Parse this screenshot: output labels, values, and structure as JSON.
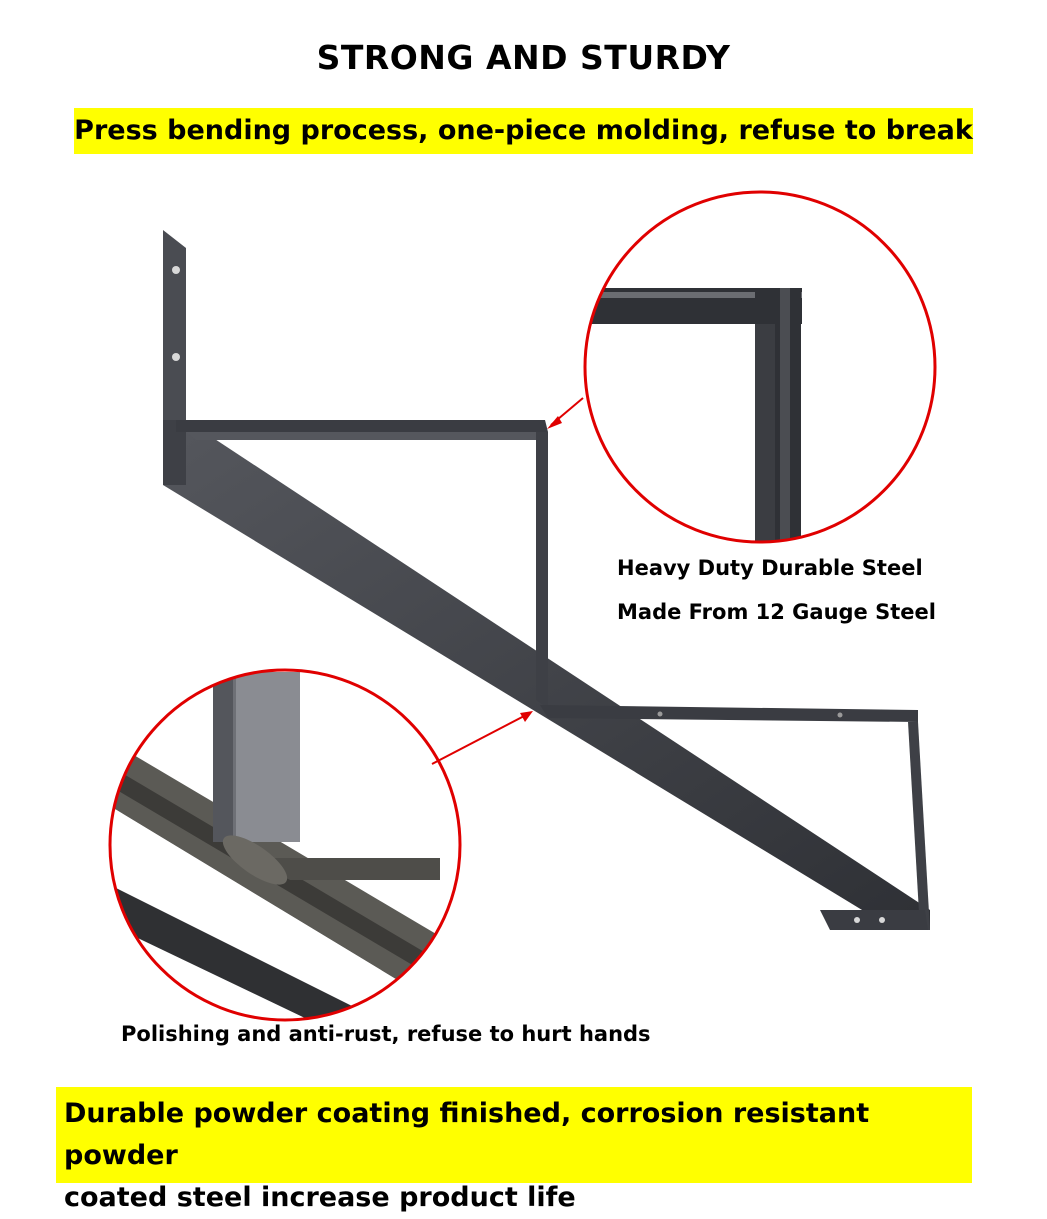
{
  "header": {
    "title": "STRONG AND STURDY",
    "subtitle": "Press bending process, one-piece molding, refuse to break"
  },
  "callouts": {
    "steel_line_1": "Heavy Duty Durable Steel",
    "steel_line_2": "Made From 12 Gauge Steel",
    "polish_line": "Polishing and anti-rust, refuse to hurt hands"
  },
  "footer": {
    "line_1": "Durable powder coating finished, corrosion resistant powder",
    "line_2": "coated steel increase product life"
  },
  "colors": {
    "highlight": "#ffff00",
    "callout_ring": "#e00000",
    "steel": "#3c3e44"
  }
}
